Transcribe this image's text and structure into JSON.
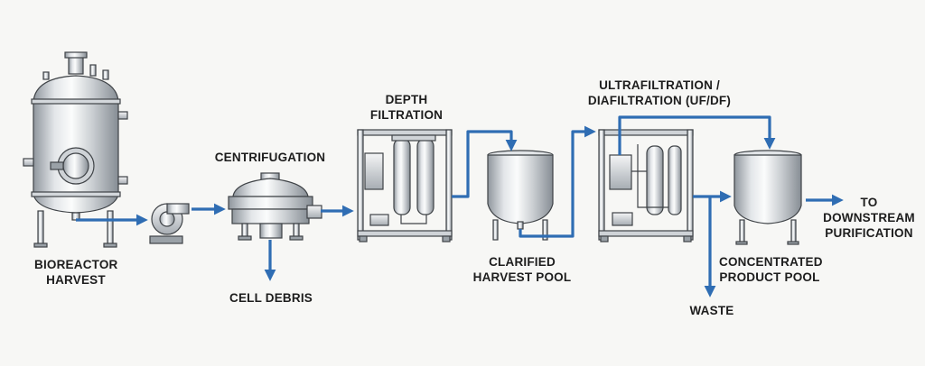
{
  "diagram": {
    "labels": {
      "bioreactor": [
        "BIOREACTOR",
        "HARVEST"
      ],
      "centrifugation": "CENTRIFUGATION",
      "cell_debris": "CELL DEBRIS",
      "depth_filtration": [
        "DEPTH",
        "FILTRATION"
      ],
      "clarified_pool": [
        "CLARIFIED",
        "HARVEST POOL"
      ],
      "ufdf": [
        "ULTRAFILTRATION /",
        "DIAFILTRATION (UF/DF)"
      ],
      "waste": "WASTE",
      "concentrated_pool": [
        "CONCENTRATED",
        "PRODUCT POOL"
      ],
      "downstream": [
        "TO",
        "DOWNSTREAM",
        "PURIFICATION"
      ]
    },
    "colors": {
      "flow_arrow": "#2f6db3",
      "steel_light": "#e6e9ec",
      "steel_dark": "#8d949b",
      "outline": "#3f4347",
      "background": "#f7f7f5"
    }
  }
}
